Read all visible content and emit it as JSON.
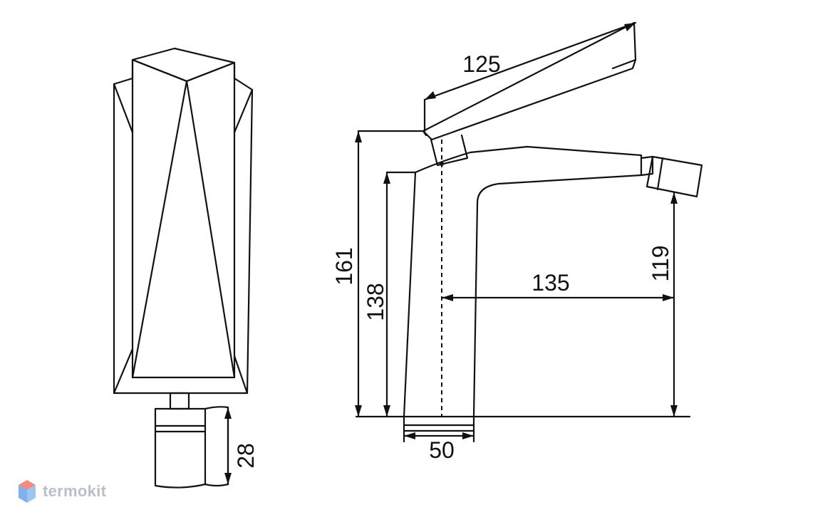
{
  "dimensions": {
    "spout_length": "125",
    "total_height": "161",
    "body_height": "138",
    "spout_reach": "135",
    "outlet_height": "119",
    "base_width": "50",
    "connector_height": "28"
  },
  "watermark": {
    "text": "termokit",
    "colors": {
      "top": "#f28b82",
      "right": "#9ec5f2",
      "left": "#7fb1ec"
    }
  },
  "colors": {
    "line": "#111111",
    "background": "#ffffff",
    "watermark_text": "#b9bfc6"
  }
}
